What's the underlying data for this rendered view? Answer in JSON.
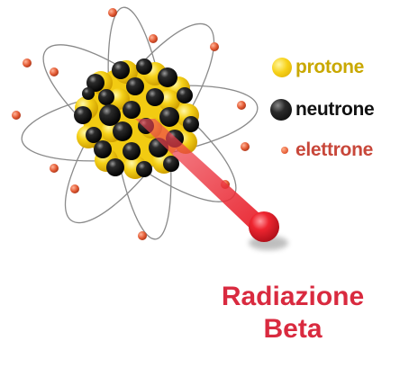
{
  "legend": {
    "protone": {
      "label": "protone",
      "color": "#c9a800",
      "swatch_color": "#f7d21a"
    },
    "neutrone": {
      "label": "neutrone",
      "color": "#111111",
      "swatch_color": "#111111"
    },
    "elettrone": {
      "label": "elettrone",
      "color": "#c8473a",
      "swatch_color": "#e8613a"
    }
  },
  "title": {
    "line1": "Radiazione",
    "line2": "Beta",
    "color": "#d92a3f"
  },
  "beta_ray_color": "#e8262f"
}
